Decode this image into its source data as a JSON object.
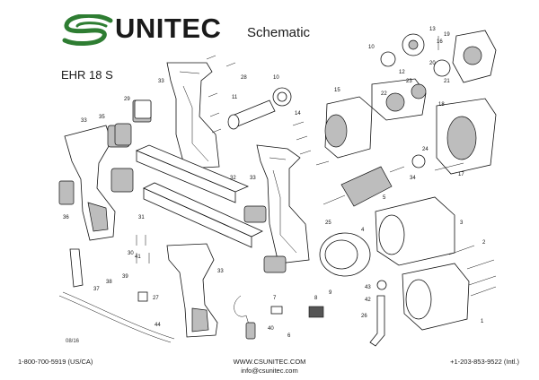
{
  "header": {
    "brand": "UNITEC",
    "doc_type": "Schematic",
    "model": "EHR 18 S",
    "brand_color": "#2e7d32"
  },
  "footer": {
    "date_code": "08/16",
    "phone_us": "1-800-700-5919 (US/CA)",
    "website": "WWW.CSUNITEC.COM",
    "email": "info@csunitec.com",
    "phone_intl": "+1-203-853-9522 (Intl.)"
  },
  "parts": [
    {
      "id": "p1",
      "label": "1"
    },
    {
      "id": "p2",
      "label": "2"
    },
    {
      "id": "p3",
      "label": "3"
    },
    {
      "id": "p4",
      "label": "4"
    },
    {
      "id": "p5",
      "label": "5"
    },
    {
      "id": "p6",
      "label": "6"
    },
    {
      "id": "p7",
      "label": "7"
    },
    {
      "id": "p8",
      "label": "8"
    },
    {
      "id": "p9",
      "label": "9"
    },
    {
      "id": "p10a",
      "label": "10"
    },
    {
      "id": "p10b",
      "label": "10"
    },
    {
      "id": "p11",
      "label": "11"
    },
    {
      "id": "p12",
      "label": "12"
    },
    {
      "id": "p13",
      "label": "13"
    },
    {
      "id": "p14",
      "label": "14"
    },
    {
      "id": "p15",
      "label": "15"
    },
    {
      "id": "p16",
      "label": "16"
    },
    {
      "id": "p17",
      "label": "17"
    },
    {
      "id": "p18",
      "label": "18"
    },
    {
      "id": "p19",
      "label": "19"
    },
    {
      "id": "p20",
      "label": "20"
    },
    {
      "id": "p21",
      "label": "21"
    },
    {
      "id": "p22",
      "label": "22"
    },
    {
      "id": "p23",
      "label": "23"
    },
    {
      "id": "p24",
      "label": "24"
    },
    {
      "id": "p25",
      "label": "25"
    },
    {
      "id": "p26",
      "label": "26"
    },
    {
      "id": "p27",
      "label": "27"
    },
    {
      "id": "p28",
      "label": "28"
    },
    {
      "id": "p29",
      "label": "29"
    },
    {
      "id": "p30",
      "label": "30"
    },
    {
      "id": "p31",
      "label": "31"
    },
    {
      "id": "p32",
      "label": "32"
    },
    {
      "id": "p33a",
      "label": "33"
    },
    {
      "id": "p33b",
      "label": "33"
    },
    {
      "id": "p33c",
      "label": "33"
    },
    {
      "id": "p33d",
      "label": "33"
    },
    {
      "id": "p34",
      "label": "34"
    },
    {
      "id": "p35",
      "label": "35"
    },
    {
      "id": "p36",
      "label": "36"
    },
    {
      "id": "p37",
      "label": "37"
    },
    {
      "id": "p38",
      "label": "38"
    },
    {
      "id": "p39",
      "label": "39"
    },
    {
      "id": "p40",
      "label": "40"
    },
    {
      "id": "p41",
      "label": "41"
    },
    {
      "id": "p42",
      "label": "42"
    },
    {
      "id": "p43",
      "label": "43"
    },
    {
      "id": "p44",
      "label": "44"
    }
  ]
}
